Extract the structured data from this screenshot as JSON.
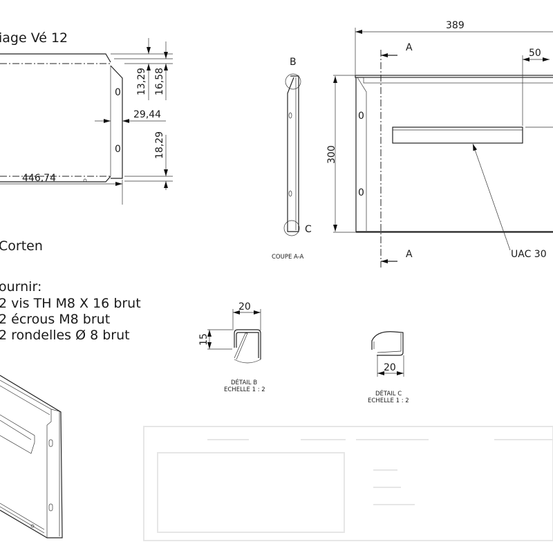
{
  "title_fragment": "iage Vé 12",
  "material": "Corten",
  "supply": {
    "heading": "ournir:",
    "items": [
      "2 vis TH M8 X 16 brut",
      "2 écrous M8 brut",
      "2 rondelles Ø 8 brut"
    ]
  },
  "flat_pattern": {
    "dims": {
      "d1": "13,29",
      "d2": "16,58",
      "d3": "29,44",
      "d4": "18,29",
      "length": "446,74"
    },
    "slot_glyph": "0"
  },
  "section": {
    "label": "COUPE A-A",
    "detail_b_marker": "B",
    "detail_c_marker": "C",
    "height_dim": "300"
  },
  "front_view": {
    "width_dim": "389",
    "offset_dim": "50",
    "section_marker": "A",
    "callout": "UAC 30"
  },
  "detail_b": {
    "title": "DÉTAIL B",
    "scale": "ECHELLE 1 : 2",
    "width_dim": "20",
    "height_dim": "15"
  },
  "detail_c": {
    "title": "DÉTAIL C",
    "scale": "ECHELLE 1 : 2",
    "width_dim": "20"
  }
}
